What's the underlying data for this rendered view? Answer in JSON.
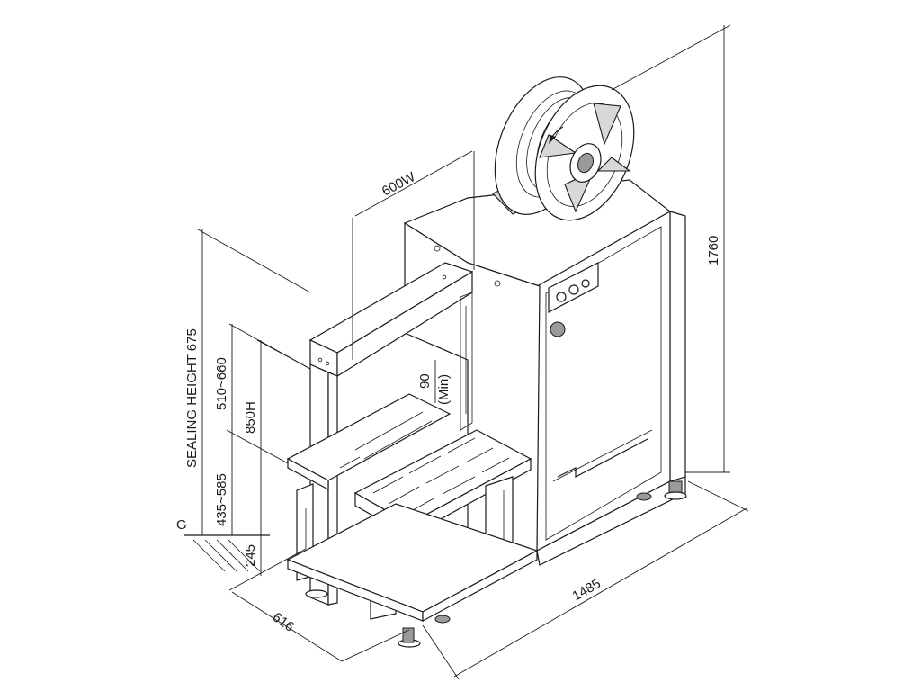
{
  "dimensions": {
    "width": "600W",
    "total_height": "1760",
    "length": "1485",
    "depth": "616",
    "sealing_height": "SEALING HEIGHT 675",
    "table_range_upper": "510~660",
    "table_range_lower": "435~585",
    "arch_height": "850H",
    "min_gap": "90",
    "min_gap_note": "(Min)",
    "base_height": "245",
    "ground": "G"
  },
  "colors": {
    "line": "#1a1a1a",
    "shade": "#d8d8d8",
    "background": "#ffffff"
  },
  "icons": [
    "strapping-reel",
    "control-knob",
    "power-switch",
    "leveling-foot",
    "caster-wheel"
  ]
}
